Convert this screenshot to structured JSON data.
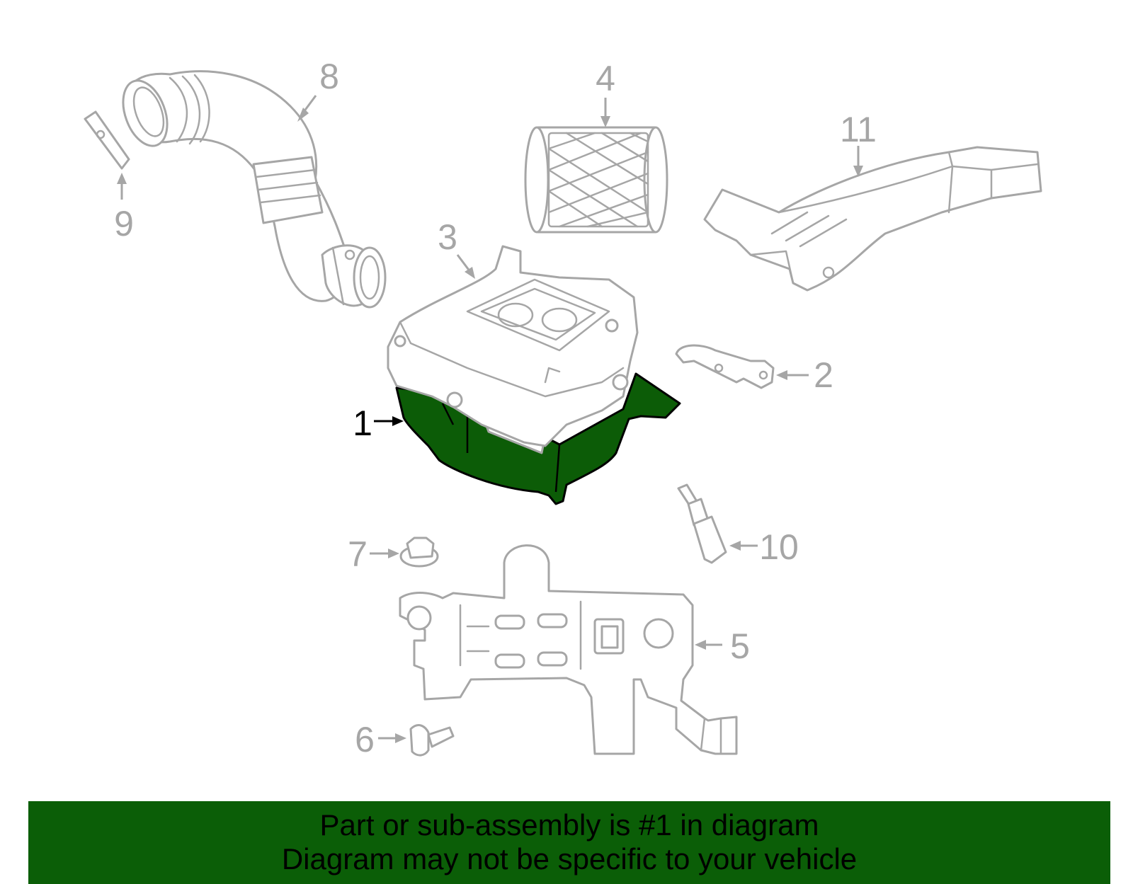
{
  "callouts": {
    "c1": "1",
    "c2": "2",
    "c3": "3",
    "c4": "4",
    "c5": "5",
    "c6": "6",
    "c7": "7",
    "c8": "8",
    "c9": "9",
    "c10": "10",
    "c11": "11"
  },
  "banner": {
    "line1": "Part or sub-assembly is #1 in diagram",
    "line2": "Diagram may not be specific to your vehicle"
  },
  "colors": {
    "highlight": "#0c5c07",
    "banner": "#0b5e07",
    "outline": "#a6a6a6"
  }
}
